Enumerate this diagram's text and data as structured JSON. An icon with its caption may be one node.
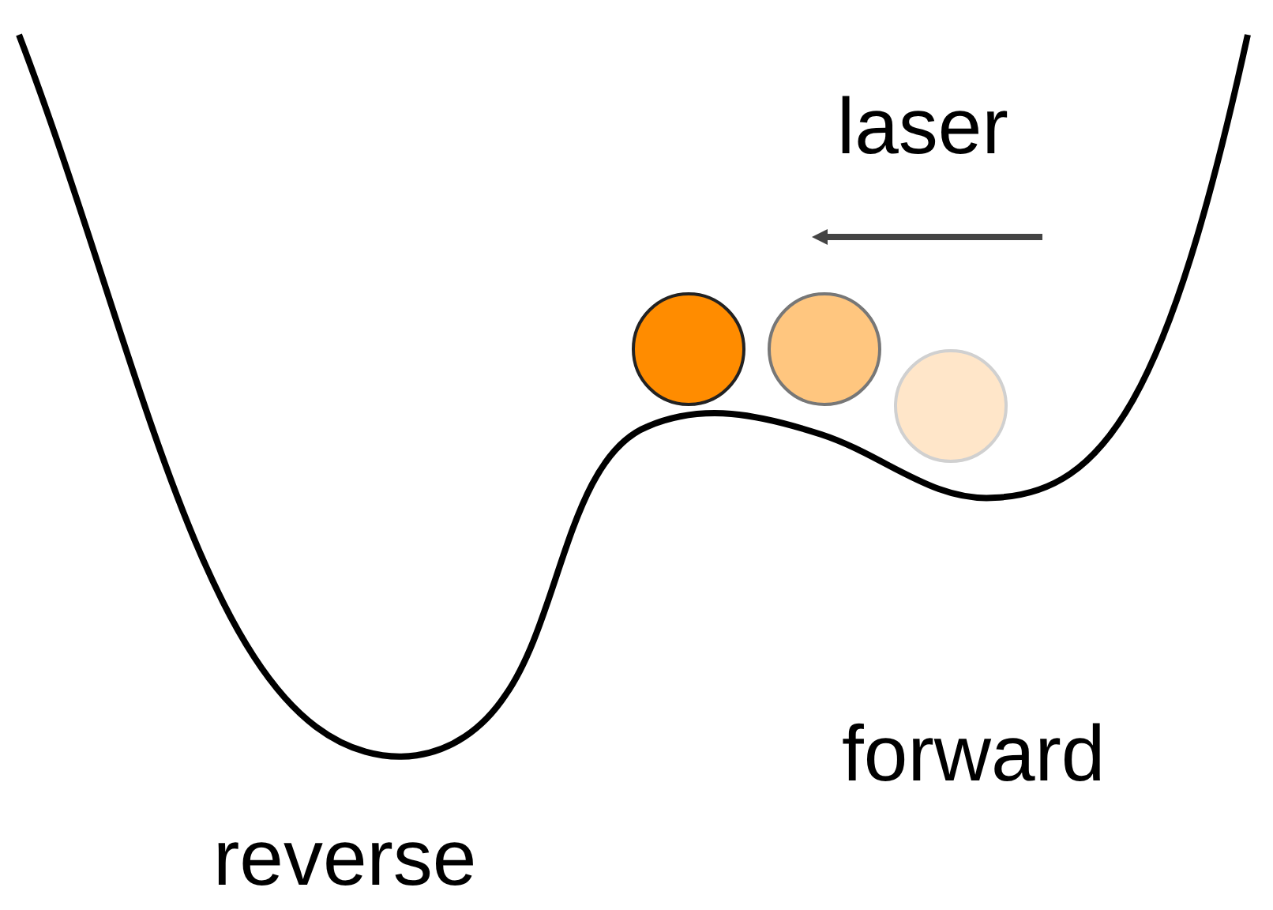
{
  "diagram": {
    "labels": [
      "laser",
      "forward",
      "reverse"
    ]
  }
}
